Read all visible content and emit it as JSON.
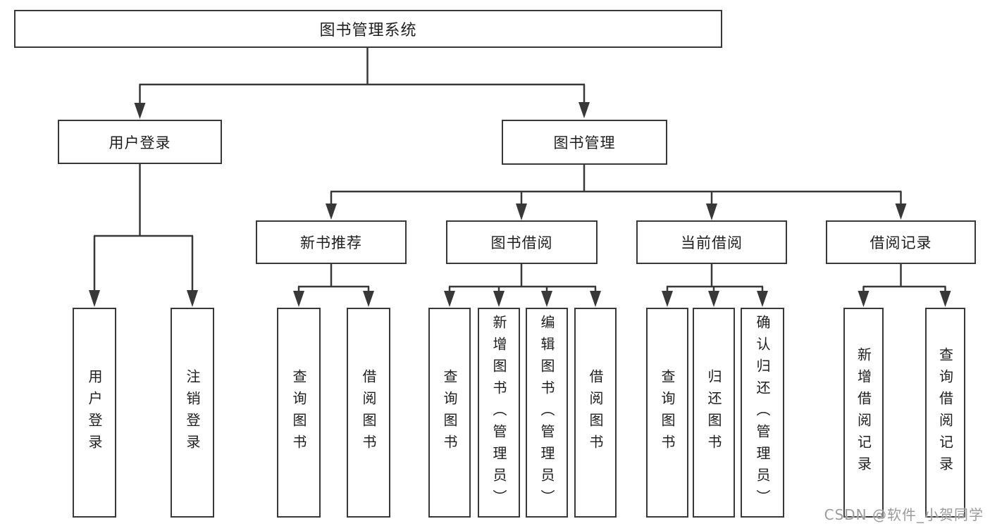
{
  "tree": {
    "label": "图书管理系统",
    "children": [
      {
        "label": "用户登录",
        "children": [
          {
            "label": "用户登录"
          },
          {
            "label": "注销登录"
          }
        ]
      },
      {
        "label": "图书管理",
        "children": [
          {
            "label": "新书推荐",
            "children": [
              {
                "label": "查询图书"
              },
              {
                "label": "借阅图书"
              }
            ]
          },
          {
            "label": "图书借阅",
            "children": [
              {
                "label": "查询图书"
              },
              {
                "label": "新增图书（管理员）"
              },
              {
                "label": "编辑图书（管理员）"
              },
              {
                "label": "借阅图书"
              }
            ]
          },
          {
            "label": "当前借阅",
            "children": [
              {
                "label": "查询图书"
              },
              {
                "label": "归还图书"
              },
              {
                "label": "确认归还（管理员）"
              }
            ]
          },
          {
            "label": "借阅记录",
            "children": [
              {
                "label": "新增借阅记录"
              },
              {
                "label": "查询借阅记录"
              }
            ]
          }
        ]
      }
    ]
  },
  "watermark": {
    "text": "CSDN @软件_小贺同学"
  },
  "colors": {
    "line": "#383838",
    "text": "#1e1e1e",
    "bg": "#ffffff",
    "watermark": "#9b9b9b"
  }
}
